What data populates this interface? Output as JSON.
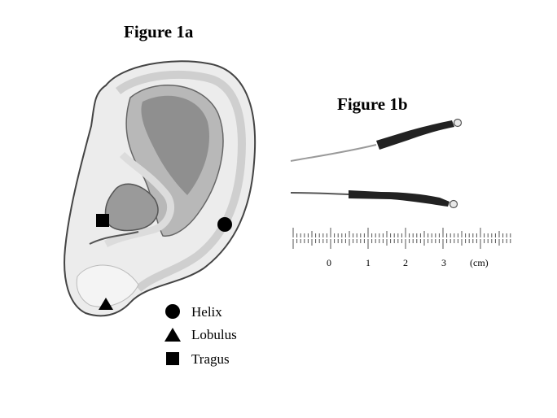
{
  "figure_a": {
    "title": "Figure 1a",
    "legend": [
      {
        "marker": "circle",
        "label": "Helix"
      },
      {
        "marker": "triangle",
        "label": "Lobulus"
      },
      {
        "marker": "square",
        "label": "Tragus"
      }
    ]
  },
  "figure_b": {
    "title": "Figure 1b",
    "ruler": {
      "tick_labels": [
        "0",
        "1",
        "2",
        "3"
      ],
      "unit": "(cm)"
    }
  },
  "colors": {
    "ear_outer": "#e4e4e4",
    "ear_mid": "#bdbdbd",
    "ear_dark": "#8d8d8d",
    "marker": "#000000"
  }
}
